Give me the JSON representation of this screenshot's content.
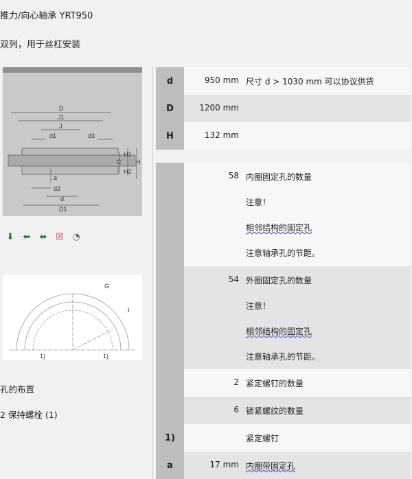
{
  "document": {
    "title": "推力/向心轴承 YRT950",
    "subtitle": "双列，用于丝杠安装",
    "hole_layout_label": "孔的布置",
    "retaining_bolts": "2 保持螺栓 (1)"
  },
  "figure1": {
    "labels": [
      "D",
      "J1",
      "J",
      "d1",
      "d3",
      "C",
      "H1",
      "H",
      "H2",
      "a",
      "d2",
      "d",
      "D1"
    ]
  },
  "figure2": {
    "labels": [
      "G",
      "t",
      "1)",
      "1)"
    ]
  },
  "icons": [
    "radial-load-icon",
    "axial-load-left-icon",
    "axial-load-both-icon",
    "not-suitable-icon",
    "lubrication-icon"
  ],
  "table": {
    "rows": [
      {
        "label": "d",
        "value": "950",
        "unit": "mm",
        "note": "尺寸 d > 1030 mm 可以协议供货"
      },
      {
        "label": "D",
        "value": "1200",
        "unit": "mm",
        "note": ""
      },
      {
        "label": "H",
        "value": "132",
        "unit": "mm",
        "note": ""
      }
    ],
    "blocks": [
      {
        "value": "58",
        "lines": [
          "内圈固定孔的数量",
          "注意！",
          "相邻结构的固定孔",
          "注意轴承孔的节距。"
        ]
      },
      {
        "value": "54",
        "lines": [
          "外圈固定孔的数量",
          "注意！",
          "相邻结构的固定孔",
          "注意轴承孔的节距。"
        ]
      }
    ],
    "rows2": [
      {
        "label": "",
        "value": "2",
        "note": "紧定螺钉的数量"
      },
      {
        "label": "",
        "value": "6",
        "note": "锁紧螺纹的数量"
      },
      {
        "label": "1)",
        "value": "",
        "note": "紧定螺钉"
      },
      {
        "label": "a",
        "value": "17 mm",
        "note": "内圈带固定孔"
      }
    ]
  },
  "colors": {
    "label_column": "#bdbdbd",
    "row_light": "#f7f7f7",
    "row_dark": "#e4e4e4",
    "icon_green": "#1f7a2e"
  }
}
